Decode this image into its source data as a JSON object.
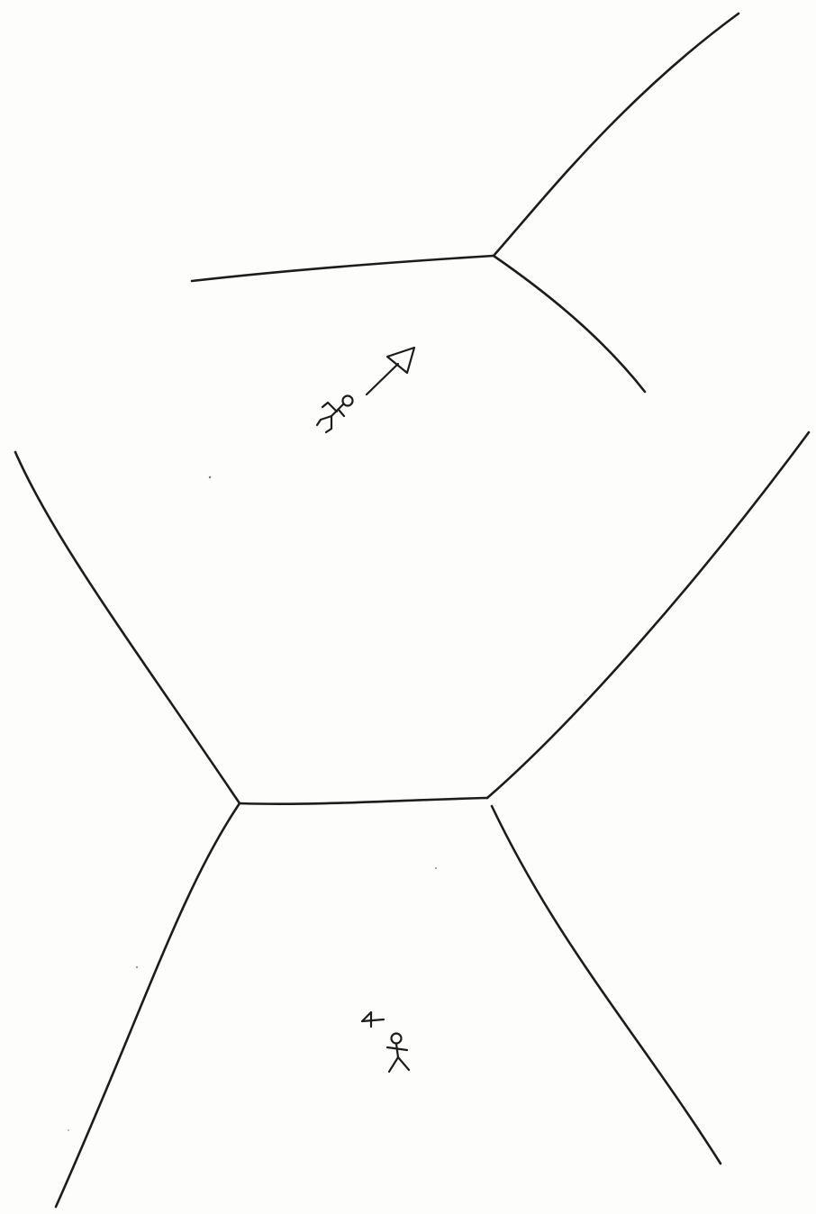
{
  "sheet": {
    "paper_color": "#fdfdfb",
    "ink_color": "#1c1c1c",
    "style": "hand-drawn pen sketch",
    "text": ""
  },
  "regions": [
    {
      "name": "upper-hexagon-area",
      "contains": [
        "walking-figure",
        "direction-arrow"
      ]
    },
    {
      "name": "lower-trapezoid-area",
      "contains": [
        "stick-figure",
        "flag-marker"
      ]
    }
  ],
  "figures": {
    "walker": {
      "icon": "walking-figure-icon",
      "pose": "walking"
    },
    "arrow": {
      "icon": "arrow-up-right-icon",
      "direction": "up-right"
    },
    "person": {
      "icon": "stick-figure-icon",
      "pose": "standing"
    },
    "flag": {
      "icon": "flag-icon"
    }
  }
}
